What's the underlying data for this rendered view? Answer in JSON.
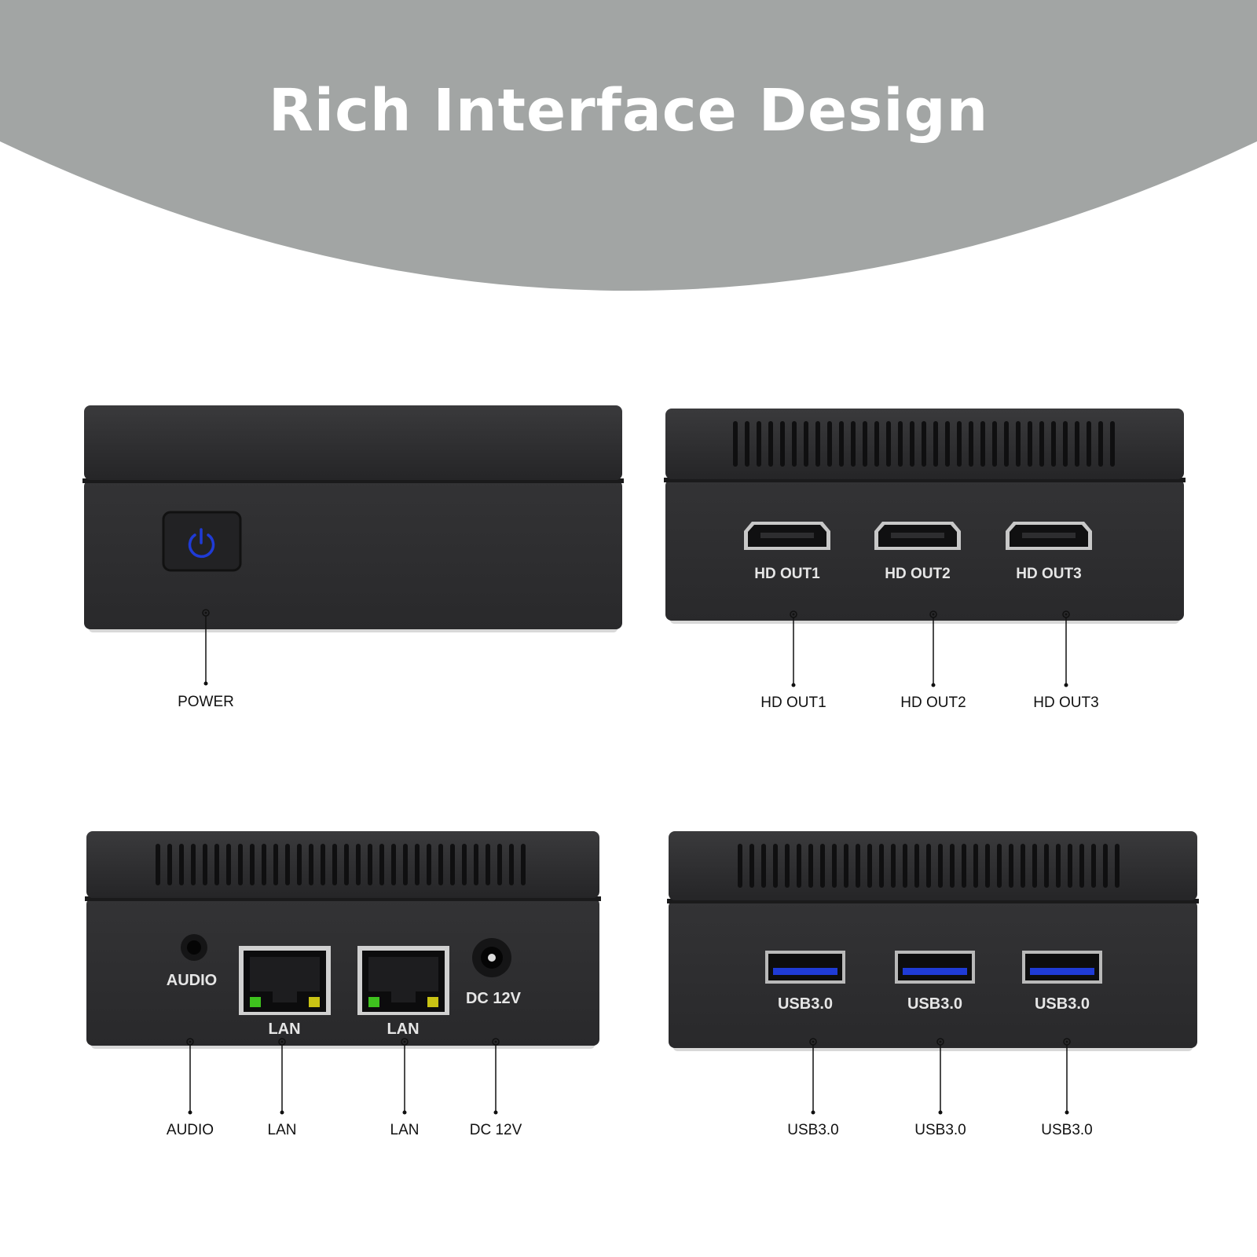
{
  "banner": {
    "title": "Rich Interface Design",
    "color": "#a2a5a4"
  },
  "colors": {
    "device": "#2b2b2d",
    "device_edge": "#1a1a1b",
    "accent_blue": "#1f3bd6",
    "led_green": "#3ec21e",
    "led_yellow": "#c9c314"
  },
  "views": [
    {
      "id": "front",
      "ports": [
        {
          "icon": "power-button-icon",
          "port_label": "",
          "callout": "POWER"
        }
      ]
    },
    {
      "id": "side-hdmi",
      "ports": [
        {
          "icon": "hdmi-port-icon",
          "port_label": "HD OUT1",
          "callout": "HD OUT1"
        },
        {
          "icon": "hdmi-port-icon",
          "port_label": "HD OUT2",
          "callout": "HD OUT2"
        },
        {
          "icon": "hdmi-port-icon",
          "port_label": "HD OUT3",
          "callout": "HD OUT3"
        }
      ]
    },
    {
      "id": "rear",
      "ports": [
        {
          "icon": "audio-jack-icon",
          "port_label": "AUDIO",
          "callout": "AUDIO"
        },
        {
          "icon": "lan-port-icon",
          "port_label": "LAN",
          "callout": "LAN"
        },
        {
          "icon": "lan-port-icon",
          "port_label": "LAN",
          "callout": "LAN"
        },
        {
          "icon": "dc-jack-icon",
          "port_label": "DC 12V",
          "callout": "DC 12V"
        }
      ]
    },
    {
      "id": "side-usb",
      "ports": [
        {
          "icon": "usb-port-icon",
          "port_label": "USB3.0",
          "callout": "USB3.0"
        },
        {
          "icon": "usb-port-icon",
          "port_label": "USB3.0",
          "callout": "USB3.0"
        },
        {
          "icon": "usb-port-icon",
          "port_label": "USB3.0",
          "callout": "USB3.0"
        }
      ]
    }
  ]
}
